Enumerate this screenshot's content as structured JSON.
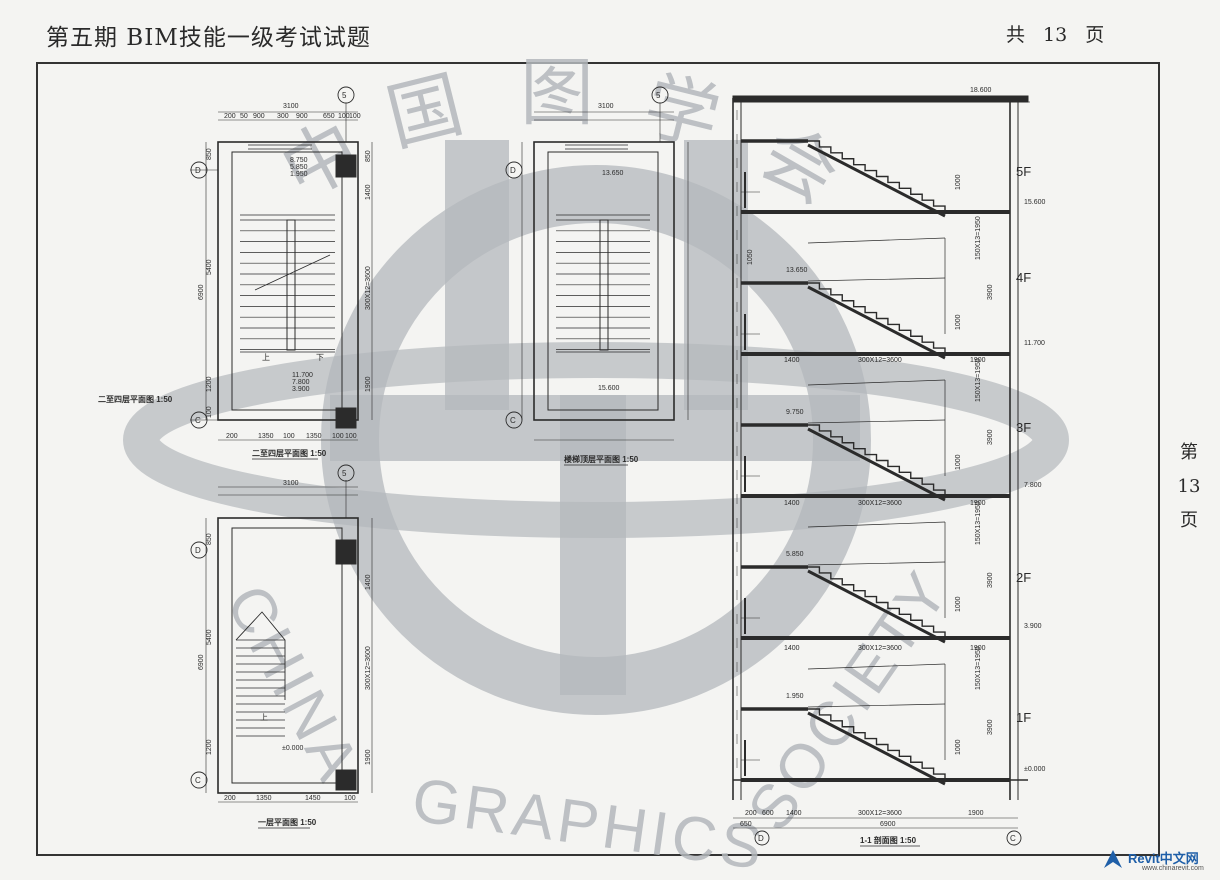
{
  "header": {
    "title": "第五期 BIM技能一级考试试题",
    "page_total": "共 13 页"
  },
  "side_page": [
    "第",
    "13",
    "页"
  ],
  "watermark": {
    "characters": [
      "中",
      "国",
      "图",
      "学",
      "会"
    ],
    "english": "CHINA GRAPHICS SOCIETY"
  },
  "plan_2to5": {
    "title": "二至四层平面图 1:50",
    "left_label": "二至四层平面图 1:50",
    "grid_top": "5",
    "grid_d": "D",
    "grid_c": "C",
    "dim_total_top": "3100",
    "dims_top": [
      "200",
      "50",
      "900",
      "300",
      "900",
      "650",
      "100",
      "100"
    ],
    "dims_bottom": [
      "200",
      "1350",
      "100",
      "1350",
      "100",
      "100"
    ],
    "dims_left": [
      "850",
      "5400",
      "6900",
      "1200",
      "100"
    ],
    "dims_right": [
      "850",
      "1400",
      "300X12=3600",
      "1900"
    ],
    "levels_top": [
      "8.750",
      "5.850",
      "1.950"
    ],
    "levels_bottom": [
      "11.700",
      "7.800",
      "3.900"
    ],
    "up": "上",
    "down": "下"
  },
  "plan_top": {
    "title": "楼梯顶层平面图 1:50",
    "grid_top": "5",
    "grid_d": "D",
    "grid_c": "C",
    "dim_total_top": "3100",
    "level_top": "13.650",
    "level_bottom": "15.600"
  },
  "plan_1": {
    "title": "一层平面图 1:50",
    "grid_top": "5",
    "grid_d": "D",
    "grid_c": "C",
    "dim_total_top": "3100",
    "dims_bottom": [
      "200",
      "1350",
      "1450",
      "100"
    ],
    "dims_left": [
      "850",
      "5400",
      "6900",
      "1200"
    ],
    "dims_right": [
      "1400",
      "300X12=3600",
      "1900"
    ],
    "level": "±0.000",
    "up": "上"
  },
  "section": {
    "title": "1-1 剖面图 1:50",
    "grid_left": "D",
    "grid_right": "C",
    "floors": [
      "5F",
      "4F",
      "3F",
      "2F",
      "1F"
    ],
    "levels": [
      "18.600",
      "15.600",
      "11.700",
      "7.800",
      "3.900",
      "±0.000"
    ],
    "landing_levels": [
      "13.650",
      "9.750",
      "5.850",
      "1.950"
    ],
    "dims_bottom": [
      "200",
      "600",
      "1400",
      "300X12=3600",
      "1900"
    ],
    "bottom_sub": [
      "650",
      "6900"
    ],
    "flight_dim": "300X12=3600",
    "landing_dim": "1400",
    "end_dim": "1900",
    "rise_dim": "150X13=1950",
    "floor_dim": "3900",
    "rail_dim": "1000",
    "rail_dim2": "1050"
  },
  "logo": {
    "name": "Revit中文网",
    "url": "www.chinarevit.com"
  },
  "colors": {
    "paper": "#f4f4f2",
    "line": "#2b2b2b",
    "watermark": "#b4b8bc",
    "logo_blue": "#1f5fa8"
  }
}
